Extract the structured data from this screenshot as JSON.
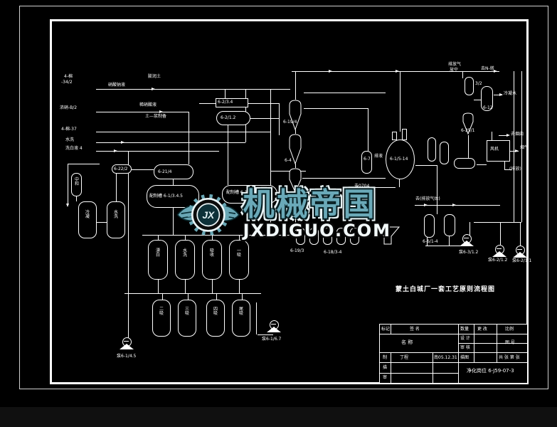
{
  "colors": {
    "background": "#000000",
    "line": "#ffffff",
    "watermark_teal": "#6aa9b8",
    "watermark_domain": "#f2f9fa"
  },
  "watermark": {
    "brand": "机械帝国",
    "domain": "JXDIGUO.COM",
    "logo_text": "JX"
  },
  "diagram_title": "蒙土白城厂一套工艺原则流程图",
  "stream_labels": [
    "4-棉",
    "-34/2",
    "硝酸钠液",
    "膨润土",
    "浓硝-B/2",
    "稀硝酸液",
    "土—浆制备",
    "4-棉-37",
    "水洗",
    "洗白液 4",
    "排放气",
    "放空",
    "去N-塔",
    "冷凝水",
    "去烟囱",
    "烟气",
    "(排放)",
    "去0704",
    "去(排放气体)"
  ],
  "equipment_labels": [
    "6-2/3.4",
    "6-2/1.2",
    "6-22/2",
    "6-21/4",
    "配制槽 6-1/3.4.5",
    "配制槽 6-1/1.2",
    "中和",
    "冷凝",
    "水洗",
    "3/2",
    "6-12",
    "风机",
    "6-25/1",
    "6-19/4",
    "6-4",
    "6-7",
    "排液",
    "6-1/5-14",
    "6-19/3",
    "6-18/3-4",
    "泵6-1/4.5",
    "泵6-1/6.7",
    "6-6/1-4",
    "泵6-3/1.2",
    "泵6-2/1.2",
    "泵6-2/1.1"
  ],
  "tower_labels": [
    "漂白",
    "水洗",
    "吸收",
    "一吸",
    "二吸",
    "三吸",
    "四吸",
    "尾吸"
  ],
  "title_block": {
    "c_mark": "标记",
    "c_sign": "签  名",
    "c_qty": "数量",
    "c_chg": "更 改",
    "c_scale": "比例",
    "name_cell": "名    称",
    "design": "设 计",
    "audit": "审 核",
    "fig_no": "图 号",
    "make": "制",
    "maker": "丁程",
    "date": "南05.12.31",
    "trace_label": "描图",
    "sheets": "共 张 第 张",
    "trace": "描",
    "review": "审",
    "drawing_no": "净化岗位 6-J59-07-3"
  }
}
